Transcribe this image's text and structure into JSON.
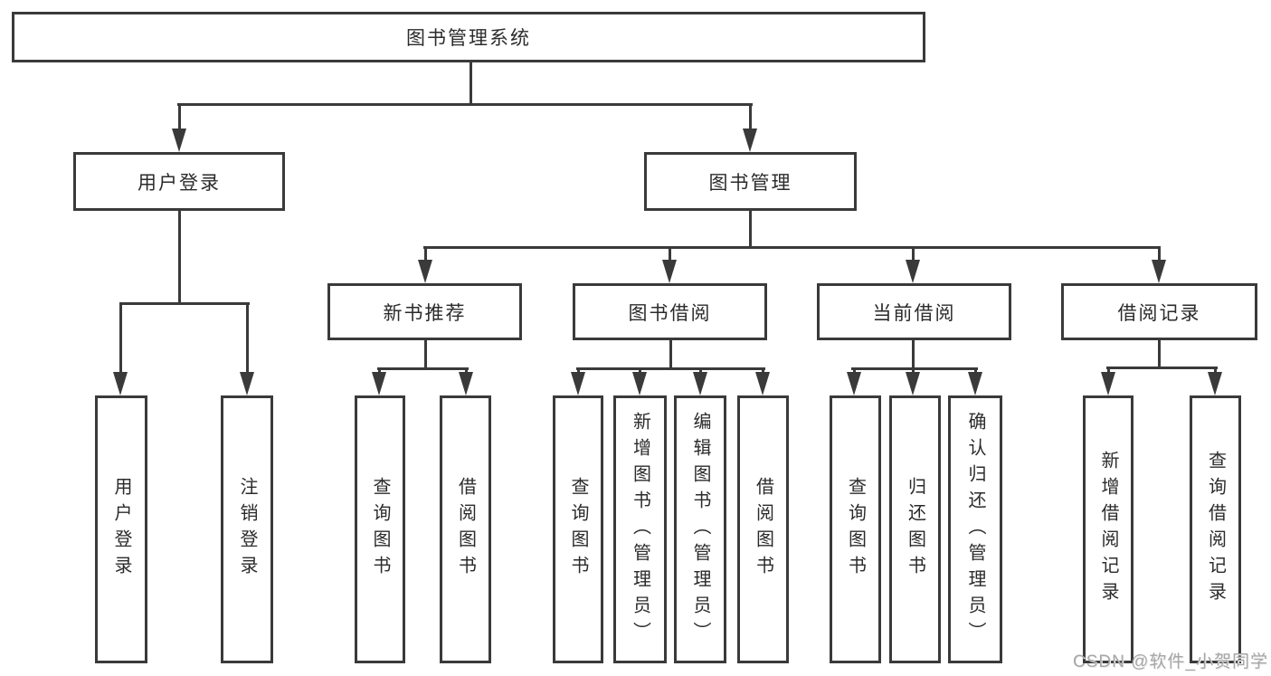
{
  "diagram_type": "tree",
  "nodes": {
    "root": {
      "label": "图书管理系统"
    },
    "level2": [
      {
        "label": "用户登录",
        "parent": "图书管理系统"
      },
      {
        "label": "图书管理",
        "parent": "图书管理系统"
      }
    ],
    "level3": [
      {
        "label": "新书推荐",
        "parent": "图书管理"
      },
      {
        "label": "图书借阅",
        "parent": "图书管理"
      },
      {
        "label": "当前借阅",
        "parent": "图书管理"
      },
      {
        "label": "借阅记录",
        "parent": "图书管理"
      }
    ],
    "leaves": [
      {
        "label": "用户登录",
        "parent": "用户登录"
      },
      {
        "label": "注销登录",
        "parent": "用户登录"
      },
      {
        "label": "查询图书",
        "parent": "新书推荐"
      },
      {
        "label": "借阅图书",
        "parent": "新书推荐"
      },
      {
        "label": "查询图书",
        "parent": "图书借阅"
      },
      {
        "label": "新增图书（管理员）",
        "parent": "图书借阅"
      },
      {
        "label": "编辑图书（管理员）",
        "parent": "图书借阅"
      },
      {
        "label": "借阅图书",
        "parent": "图书借阅"
      },
      {
        "label": "查询图书",
        "parent": "当前借阅"
      },
      {
        "label": "归还图书",
        "parent": "当前借阅"
      },
      {
        "label": "确认归还（管理员）",
        "parent": "当前借阅"
      },
      {
        "label": "新增借阅记录",
        "parent": "借阅记录"
      },
      {
        "label": "查询借阅记录",
        "parent": "借阅记录"
      }
    ]
  },
  "watermark": {
    "text": "CSDN @软件_小贺同学",
    "color": "#a6a6a6"
  },
  "colors": {
    "line": "#3a3a3a",
    "text": "#2b2b2b",
    "background": "#ffffff"
  }
}
